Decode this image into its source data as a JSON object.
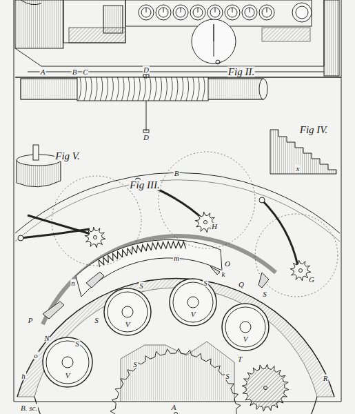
{
  "diagram": {
    "labels": [
      "A",
      "B",
      "C",
      "D",
      "D",
      "Fig II.",
      "Fig IV.",
      "x",
      "Fig V.",
      "B",
      "Fig III.",
      "H",
      "G",
      "O",
      "m",
      "k",
      "Q",
      "n",
      "P",
      "N",
      "o",
      "h",
      "S",
      "S",
      "S",
      "S",
      "S",
      "S",
      "S",
      "V",
      "V",
      "V",
      "V",
      "T",
      "R",
      "A",
      "B. sc."
    ]
  }
}
